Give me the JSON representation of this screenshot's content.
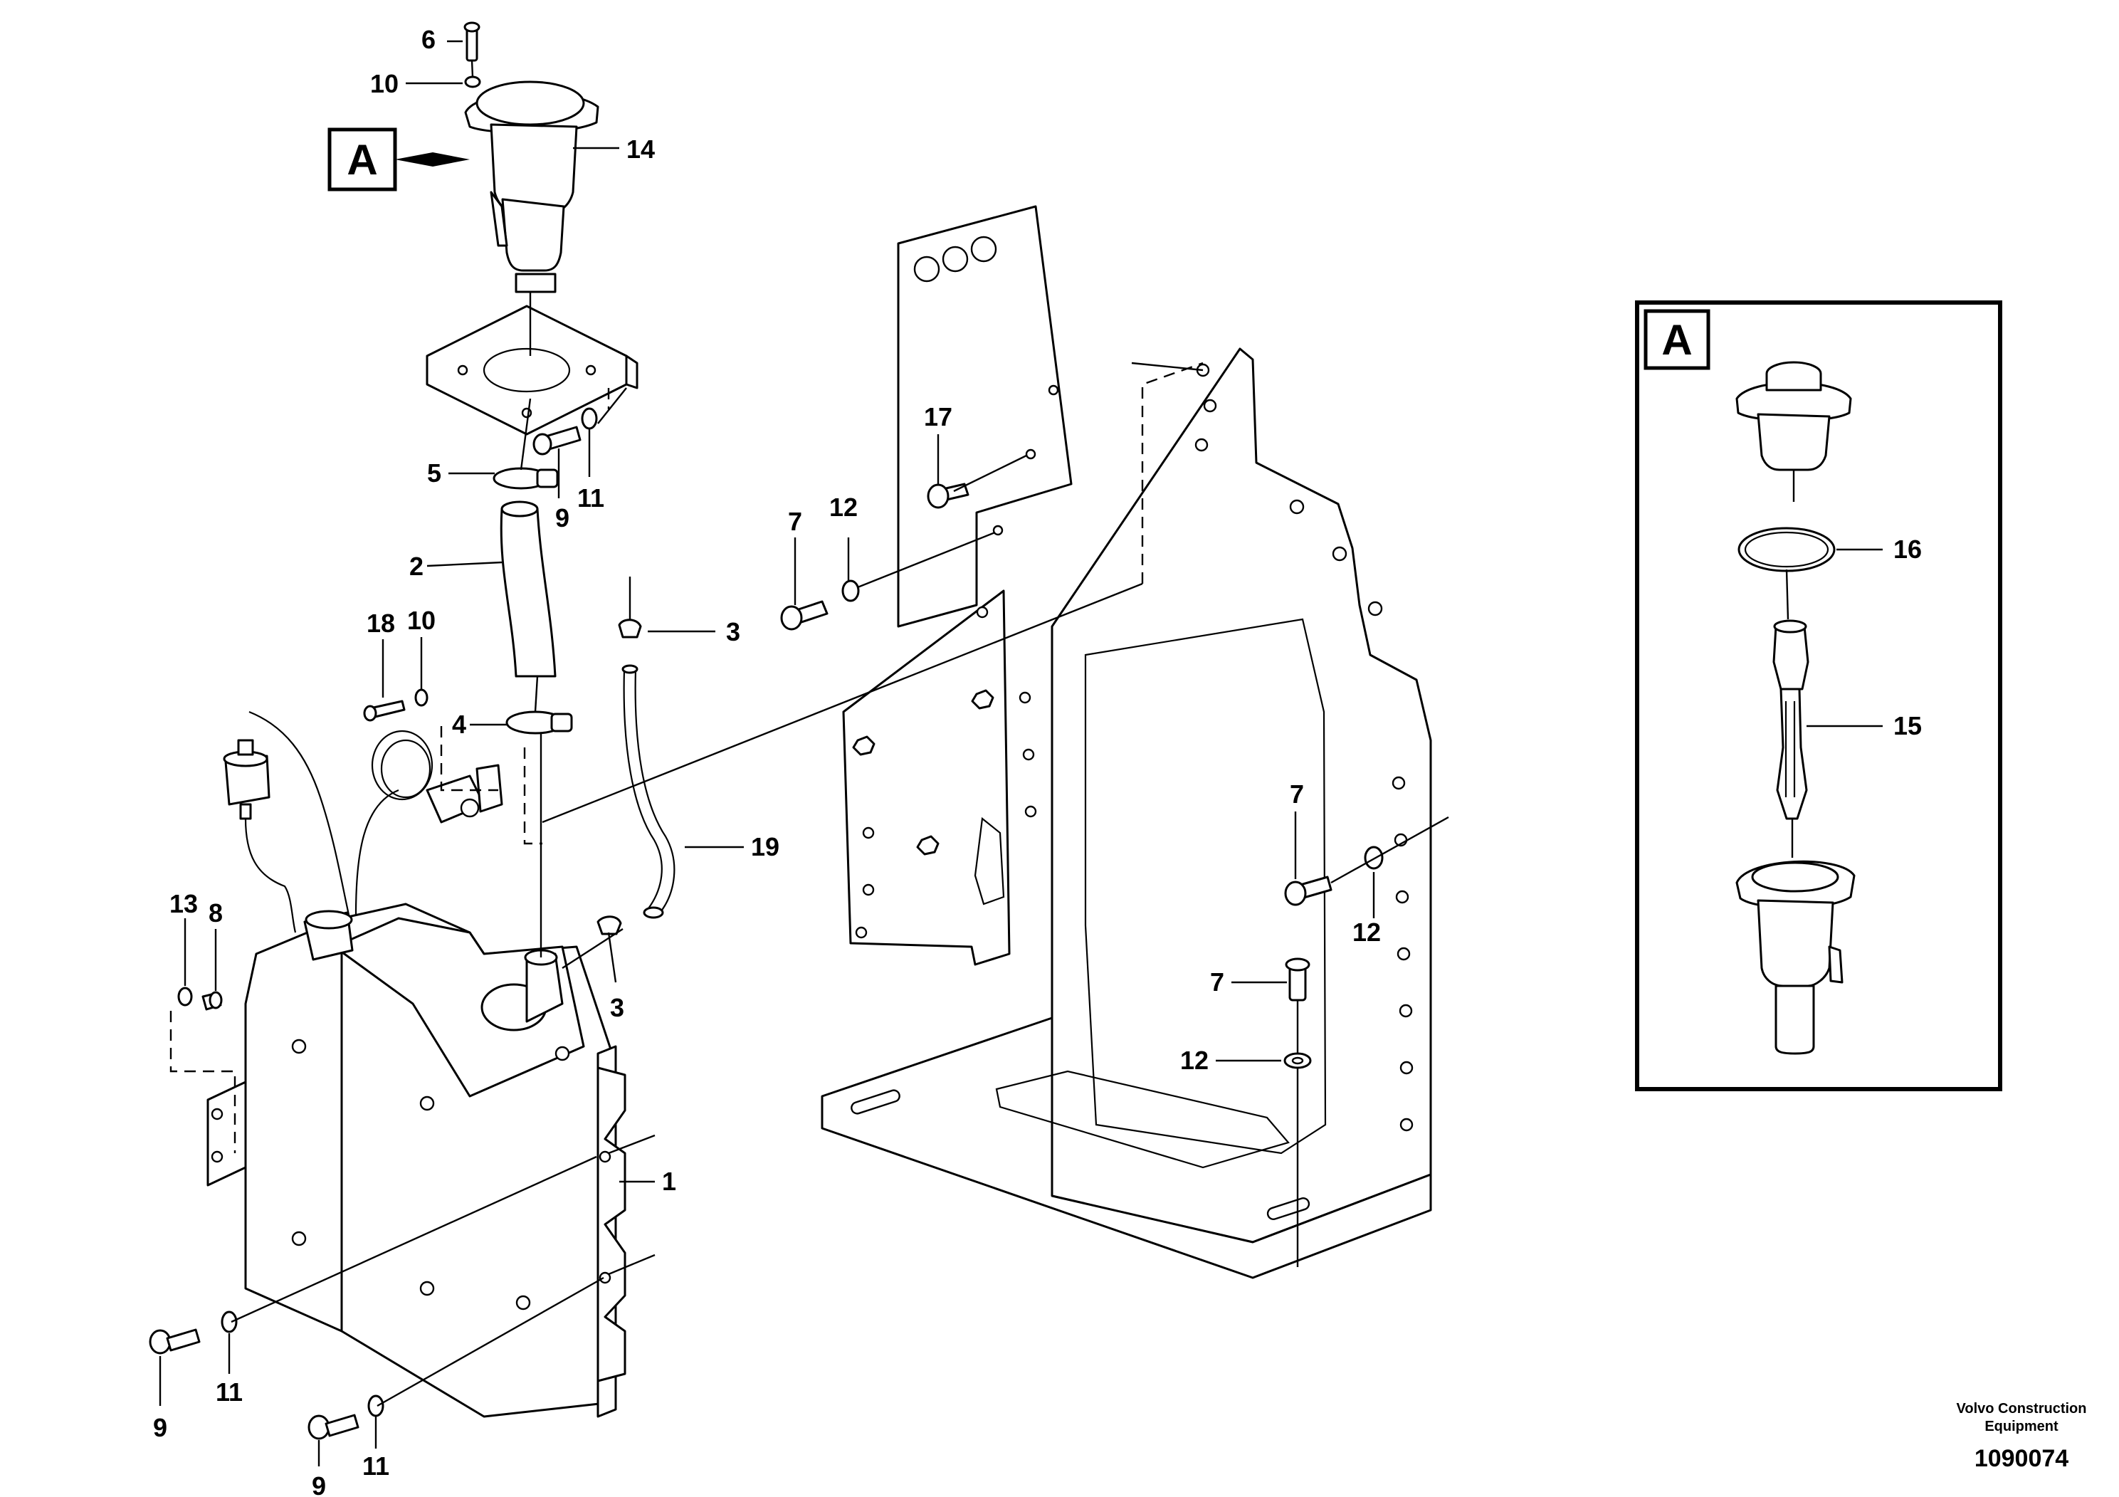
{
  "view_marker": "A",
  "detail_view": {
    "title": "A"
  },
  "callouts": {
    "c1": "1",
    "c2": "2",
    "c3a": "3",
    "c3b": "3",
    "c4": "4",
    "c5": "5",
    "c6": "6",
    "c7a": "7",
    "c7b": "7",
    "c7c": "7",
    "c8": "8",
    "c9a": "9",
    "c9b": "9",
    "c9c": "9",
    "c10a": "10",
    "c10b": "10",
    "c11a": "11",
    "c11b": "11",
    "c11c": "11",
    "c12a": "12",
    "c12b": "12",
    "c12c": "12",
    "c13": "13",
    "c14": "14",
    "c15": "15",
    "c16": "16",
    "c17": "17",
    "c18": "18",
    "c19": "19"
  },
  "footer": {
    "company_line1": "Volvo Construction",
    "company_line2": "Equipment",
    "drawing_number": "1090074"
  }
}
